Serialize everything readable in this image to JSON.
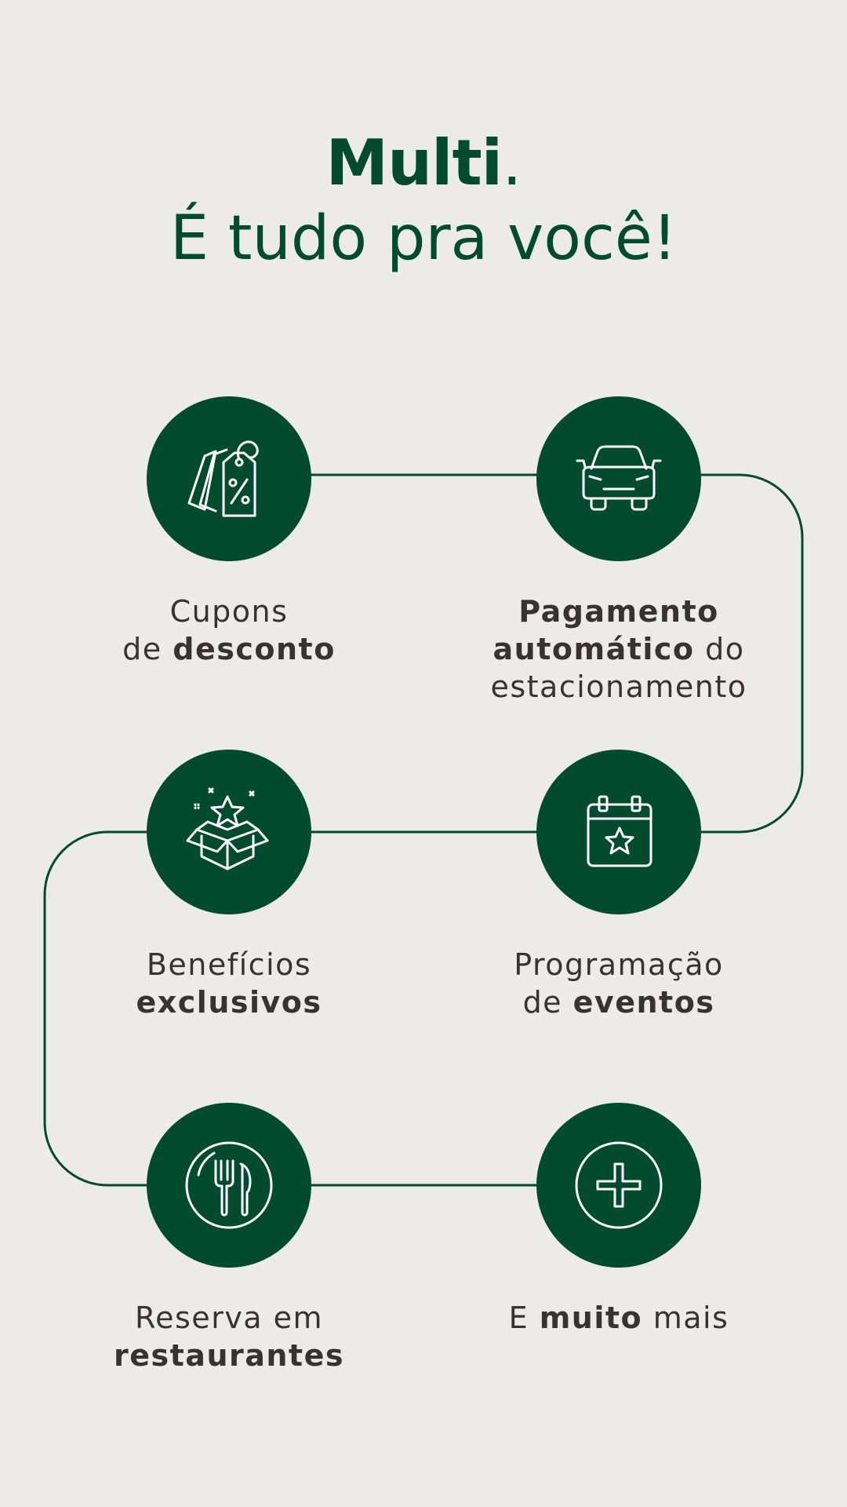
{
  "header": {
    "brand": "Multi",
    "brand_period": ".",
    "tagline": "É tudo pra você!"
  },
  "colors": {
    "background": "#edebe8",
    "primary_green": "#024b2f",
    "text": "#3a3232",
    "icon_stroke": "#ffffff"
  },
  "features": [
    {
      "icon": "discount-tag-icon",
      "lines": [
        [
          {
            "text": "Cupons",
            "bold": false
          }
        ],
        [
          {
            "text": "de ",
            "bold": false
          },
          {
            "text": "desconto",
            "bold": true
          }
        ]
      ]
    },
    {
      "icon": "car-icon",
      "lines": [
        [
          {
            "text": "Pagamento",
            "bold": true
          }
        ],
        [
          {
            "text": "automático",
            "bold": true
          },
          {
            "text": " do",
            "bold": false
          }
        ],
        [
          {
            "text": "estacionamento",
            "bold": false
          }
        ]
      ]
    },
    {
      "icon": "gift-box-star-icon",
      "lines": [
        [
          {
            "text": "Benefícios",
            "bold": false
          }
        ],
        [
          {
            "text": "exclusivos",
            "bold": true
          }
        ]
      ]
    },
    {
      "icon": "calendar-star-icon",
      "lines": [
        [
          {
            "text": "Programação",
            "bold": false
          }
        ],
        [
          {
            "text": "de ",
            "bold": false
          },
          {
            "text": "eventos",
            "bold": true
          }
        ]
      ]
    },
    {
      "icon": "plate-cutlery-icon",
      "lines": [
        [
          {
            "text": "Reserva em",
            "bold": false
          }
        ],
        [
          {
            "text": "restaurantes",
            "bold": true
          }
        ]
      ]
    },
    {
      "icon": "plus-circle-icon",
      "lines": [
        [
          {
            "text": "E ",
            "bold": false
          },
          {
            "text": "muito",
            "bold": true
          },
          {
            "text": " mais",
            "bold": false
          }
        ]
      ]
    }
  ]
}
